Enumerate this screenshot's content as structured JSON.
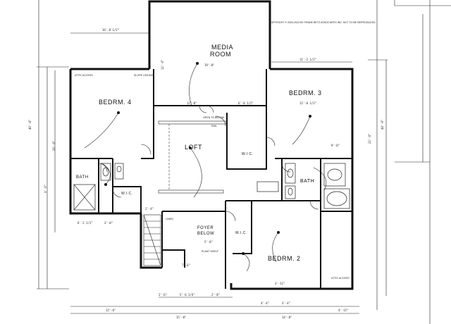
{
  "rooms": {
    "media": [
      "MEDIA",
      "ROOM"
    ],
    "bedrm4": "BEDRM. 4",
    "bedrm3": "BEDRM. 3",
    "loft": "LOFT",
    "bath_left": "BATH",
    "bath_right": "BATH",
    "wic_left": "W.I.C.",
    "wic_right": "W.I.C.",
    "wic_lower": "W.I.C.",
    "foyer": [
      "FOYER",
      "BELOW"
    ],
    "bedrm2": "BEDRM. 2"
  },
  "copyright": "COPYRIGHT © 2020-2024 BY FRANK BETZ ASSOCIATES INC. NOT TO BE REPRODUCED",
  "dimensions": {
    "top_a": "16'-8 1/2\"",
    "top_b": "19'-8\"",
    "media_h": "12'-0\"",
    "right_a": "11'-2 1/2\"",
    "loft_w": "12'-0\"",
    "loft_b": "6'-0 1/2\"",
    "bed3_w": "12'-8 1/2\"",
    "left_total": "40'-0\"",
    "right_total": "44'-0\"",
    "right_b": "22'-0\"",
    "left_mid": "20'-0\"",
    "left_low": "3'-0\"",
    "bot_a": "12'-6\"",
    "bot_b": "15'-0\"",
    "bot_c": "14'-0\"",
    "bot_d": "4'-11\"",
    "bot_e": "2'-6\"",
    "bot_f": "5'-6 1/4\"",
    "bot_g": "2'-8\"",
    "bot_h": "4'-4\"",
    "bot_i": "3'-4\"",
    "small_a": "6'-2 1/2\"",
    "small_b": "3'-0\"",
    "small_c": "2'-4\"",
    "small_d": "7'-6\"",
    "small_e": "5'-0\"",
    "small_f": "3'-11\"",
    "small_g": "9'-0\""
  },
  "notes": {
    "attic_tl": "ATTIC ACCESS",
    "attic_r": "ATTIC ACCESS",
    "slope": "SLOPE CEILING",
    "plant": "PLANT SHELF",
    "linen": "LINEN",
    "railing": "RAIL",
    "open": "OPEN TO BELOW"
  }
}
